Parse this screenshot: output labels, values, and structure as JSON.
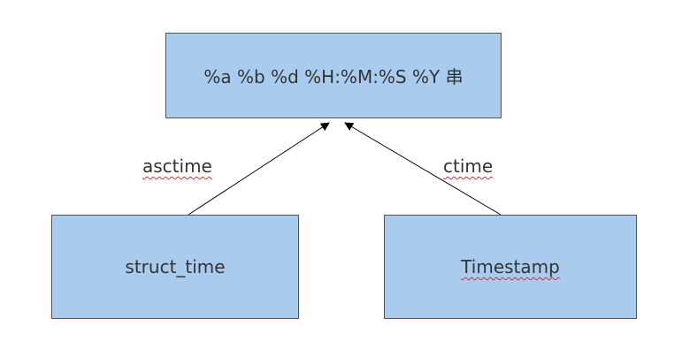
{
  "diagram": {
    "nodes": {
      "format": {
        "label": "%a %b %d %H:%M:%S %Y 串"
      },
      "struct_time": {
        "label": "struct_time"
      },
      "timestamp": {
        "label": "Timestamp"
      }
    },
    "edges": {
      "asctime": {
        "label": "asctime",
        "from": "struct_time",
        "to": "format"
      },
      "ctime": {
        "label": "ctime",
        "from": "timestamp",
        "to": "format"
      }
    }
  },
  "colors": {
    "node_fill": "#a9ccee",
    "node_border": "#555555",
    "text_color": "#333333",
    "arrow_color": "#000000",
    "squiggle_color": "#cc3333"
  }
}
